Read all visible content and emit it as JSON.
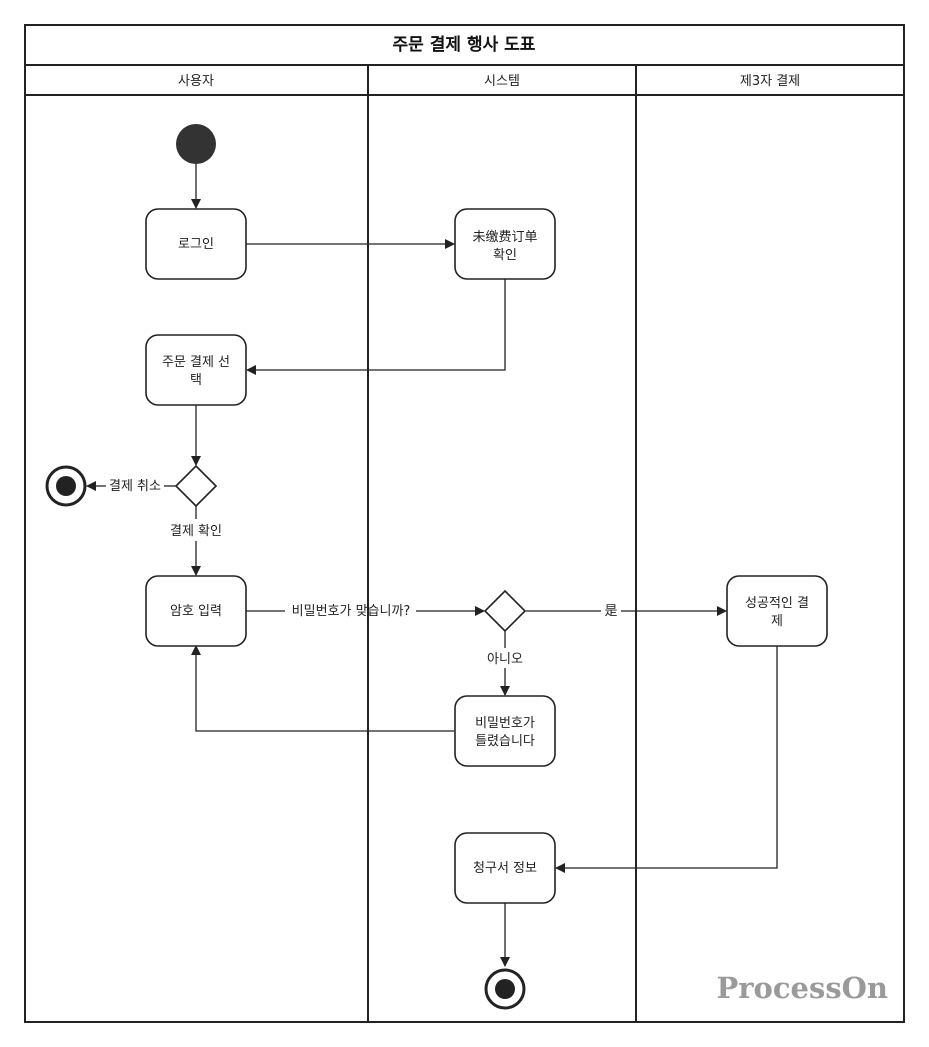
{
  "title": "주문 결제 행사 도표",
  "lanes": [
    "사용자",
    "시스템",
    "제3자 결제"
  ],
  "nodes": {
    "login": "로그인",
    "check_unpaid": [
      "未缴费订单",
      "확인"
    ],
    "select_order": [
      "주문 결제 선",
      "택"
    ],
    "enter_password": "암호 입력",
    "password_wrong": [
      "비밀번호가",
      "틀렸습니다"
    ],
    "payment_success": [
      "성공적인 결",
      "제"
    ],
    "invoice_info": "청구서 정보"
  },
  "edge_labels": {
    "cancel": "결제 취소",
    "confirm": "결제 확인",
    "password_check": "비밀번호가 맞습니까?",
    "yes": "是",
    "no": "아니오"
  },
  "watermark": "ProcessOn"
}
